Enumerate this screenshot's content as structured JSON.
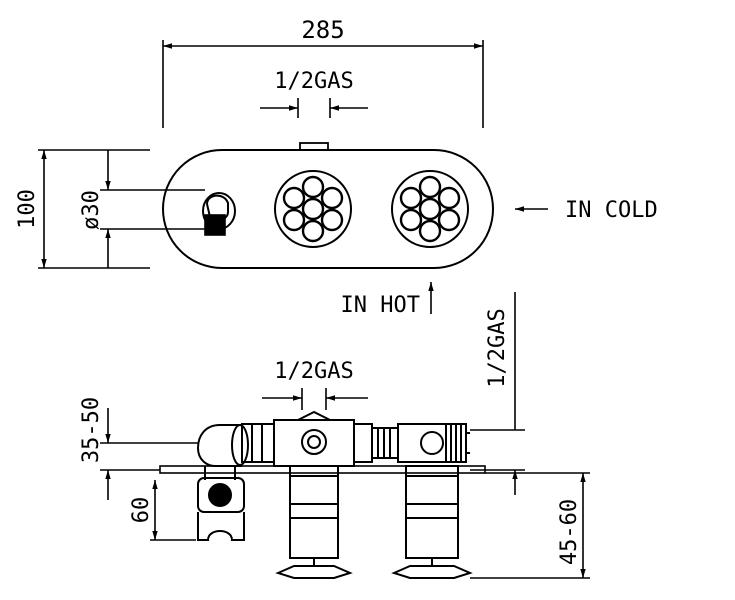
{
  "labels": {
    "width_285": "285",
    "inlet_top": "1/2GAS",
    "height_100": "100",
    "dia_30": "ø30",
    "in_cold": "IN COLD",
    "in_hot": "IN HOT",
    "inlet_side_vertical": "1/2GAS",
    "inlet_front": "1/2GAS",
    "depth_35_50": "35-50",
    "depth_60": "60",
    "depth_45_60": "45-60"
  },
  "colors": {
    "ink": "#000000",
    "paper": "#ffffff"
  }
}
